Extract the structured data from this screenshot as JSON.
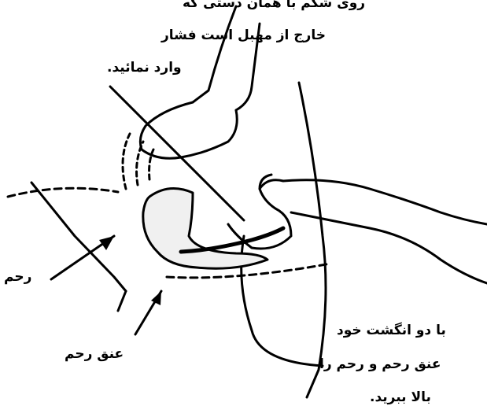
{
  "instruction_top": {
    "line1": "روی شکم با همان دستی که",
    "line2": "خارج از مهبل است فشار",
    "line3": "وارد نمائید."
  },
  "labels": {
    "uterus": "رحم",
    "cervix": "عنق رحم"
  },
  "instruction_bottom": {
    "line1": "با دو انگشت خود",
    "line2": "عنق رحم و رحم را",
    "line3": "بالا ببرید."
  }
}
